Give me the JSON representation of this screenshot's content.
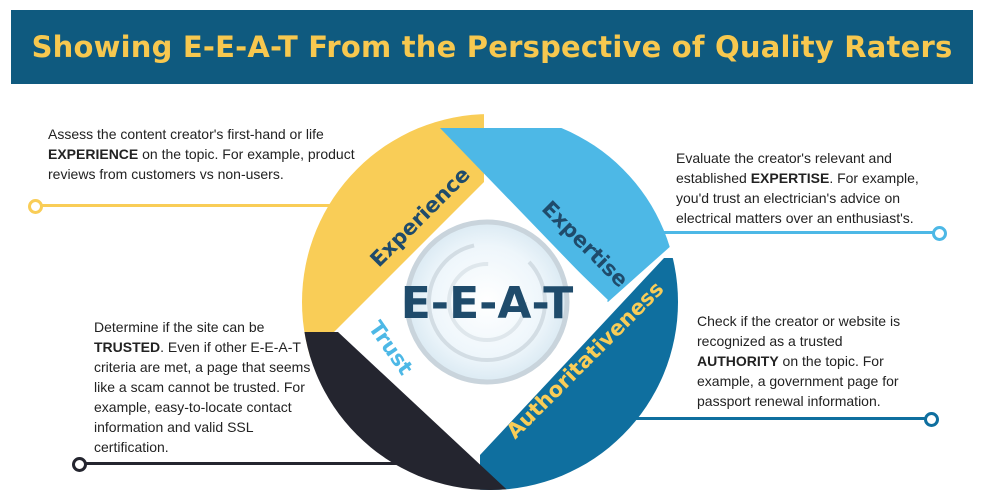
{
  "title": "Showing E-E-A-T From the Perspective of Quality Raters",
  "center_label": "E-E-A-T",
  "segments": {
    "experience": {
      "label": "Experience",
      "desc_pre": "Assess the content creator's first-hand or life ",
      "desc_bold": "EXPERIENCE",
      "desc_post": " on the topic. For example, product reviews from customers vs non-users."
    },
    "expertise": {
      "label": "Expertise",
      "desc_pre": "Evaluate the creator's relevant and established ",
      "desc_bold": "EXPERTISE",
      "desc_post": ". For example, you'd trust an electrician's advice on electrical matters over an enthusiast's."
    },
    "authoritativeness": {
      "label": "Authoritativeness",
      "desc_pre": "Check if the creator or website is recognized as a trusted ",
      "desc_bold": "AUTHORITY",
      "desc_post": " on the topic. For example, a government page for passport renewal information."
    },
    "trust": {
      "label": "Trust",
      "desc_pre": "Determine if the site can be ",
      "desc_bold": "TRUSTED",
      "desc_post": ". Even if other E-E-A-T criteria are met, a page that seems like a scam cannot be trusted. For example, easy-to-locate contact information and valid SSL certification."
    }
  },
  "colors": {
    "header_bg": "#0f5a7f",
    "title": "#f7c84f",
    "experience": "#f9cd57",
    "expertise": "#4db8e6",
    "authoritativeness": "#0f6f9f",
    "trust": "#24252f",
    "center_text": "#1f4b6b"
  }
}
